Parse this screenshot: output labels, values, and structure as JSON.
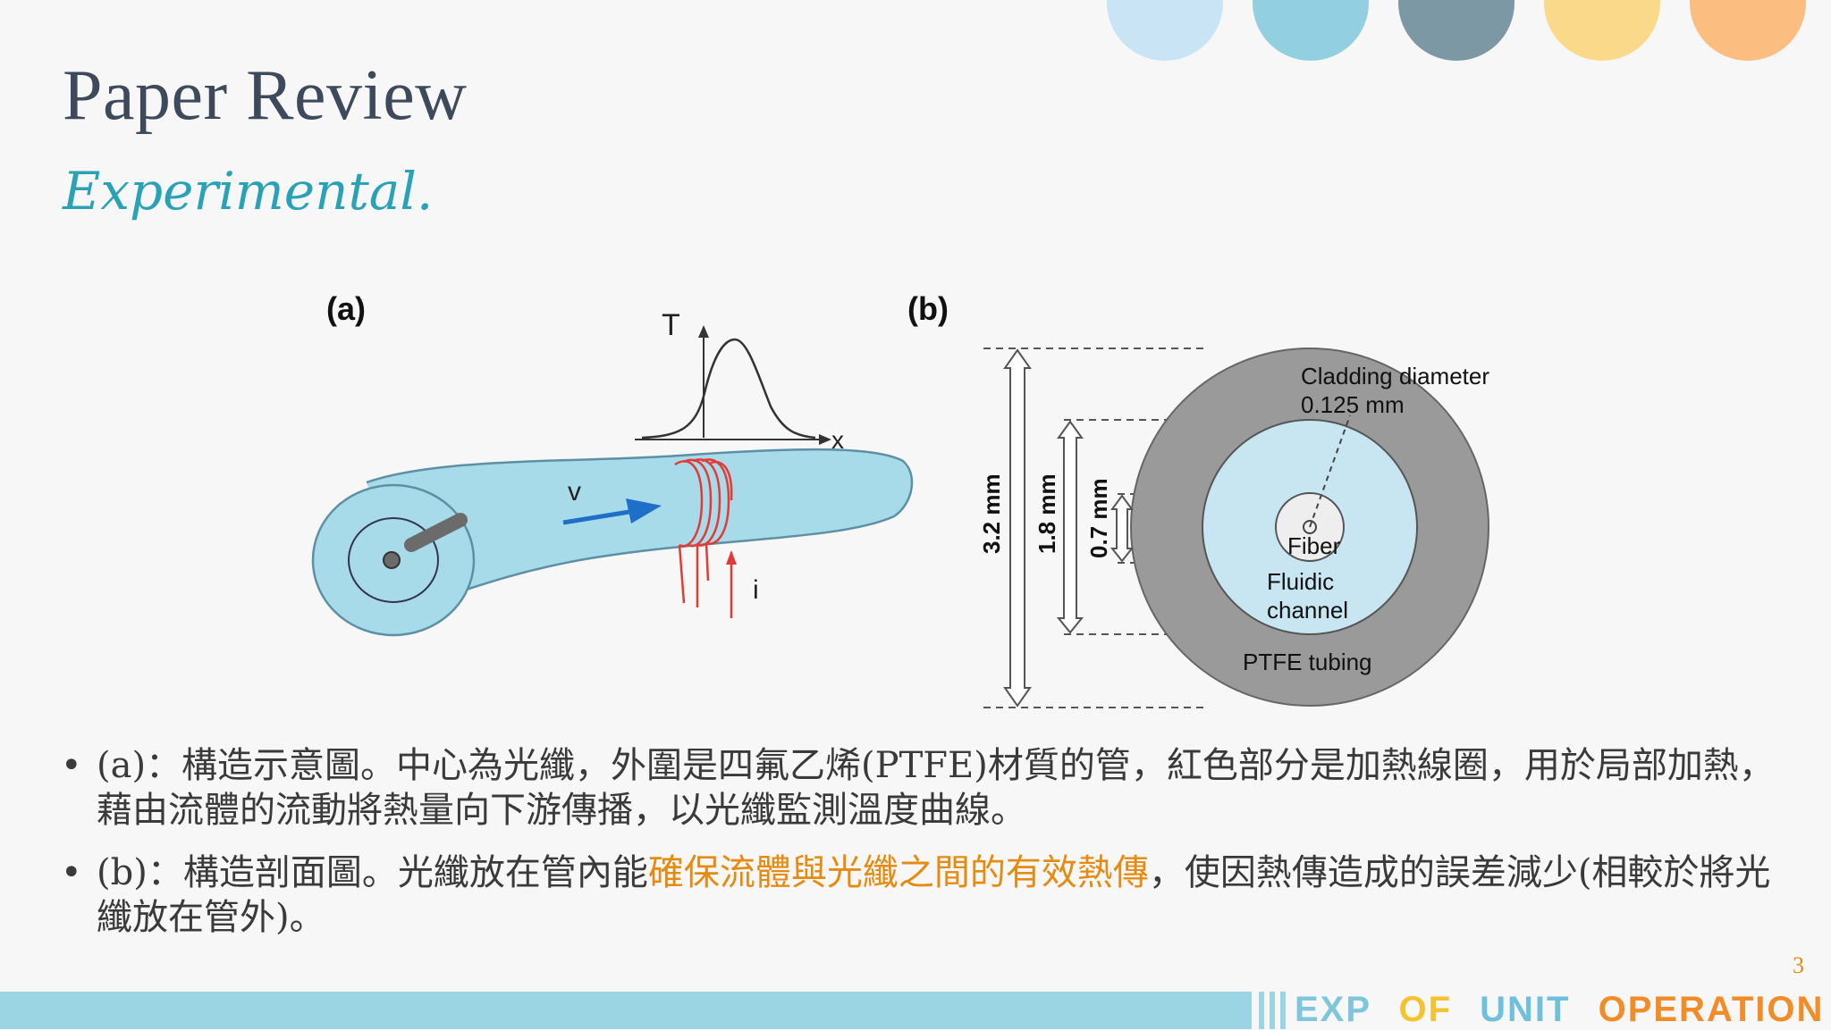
{
  "slide": {
    "title": "Paper Review",
    "subtitle": "Experimental.",
    "page_number": "3"
  },
  "decoration": {
    "dot_colors": [
      "#c9e4f4",
      "#92cfe0",
      "#7d98a5",
      "#fbd98a",
      "#fcbe80"
    ]
  },
  "figure": {
    "panel_a": {
      "label": "(a)",
      "temp_axis": "T",
      "x_axis": "x",
      "velocity": "v",
      "current": "i"
    },
    "panel_b": {
      "label": "(b)",
      "dim_outer": "3.2 mm",
      "dim_middle": "1.8 mm",
      "dim_inner": "0.7 mm",
      "cladding_line1": "Cladding diameter",
      "cladding_line2": "0.125 mm",
      "fiber": "Fiber",
      "fluidic_line1": "Fluidic",
      "fluidic_line2": "channel",
      "tubing": "PTFE tubing"
    }
  },
  "bullets": {
    "b1": "(a)：構造示意圖。中心為光纖，外圍是四氟乙烯(PTFE)材質的管，紅色部分是加熱線圈，用於局部加熱，藉由流體的流動將熱量向下游傳播，以光纖監測溫度曲線。",
    "b2_pre": "(b)：構造剖面圖。光纖放在管內能",
    "b2_highlight": "確保流體與光纖之間的有效熱傳",
    "b2_post": "，使因熱傳造成的誤差減少(相較於將光纖放在管外)。",
    "marker": "•"
  },
  "footer": {
    "part1": "EXP",
    "part2": "OF",
    "part3": "UNIT",
    "part4": "OPERATION",
    "colors": {
      "exp": "#7fc6dc",
      "of": "#f4c430",
      "unit": "#6ec0dd",
      "operation": "#f28c28"
    }
  }
}
